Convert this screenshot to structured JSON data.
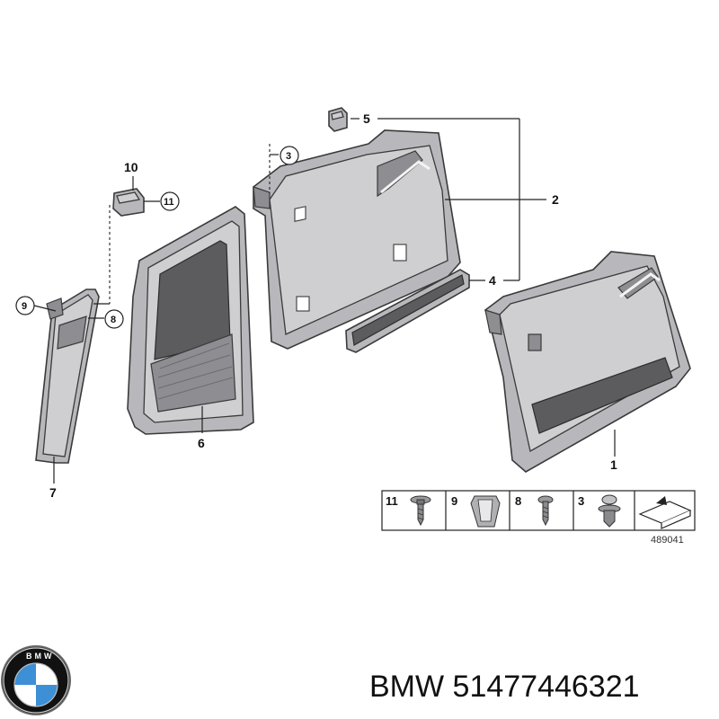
{
  "callouts": {
    "c1": "1",
    "c2": "2",
    "c3": "3",
    "c4": "4",
    "c5": "5",
    "c6": "6",
    "c7": "7",
    "c8": "8",
    "c9": "9",
    "c10": "10",
    "c11": "11"
  },
  "legend": {
    "cells": [
      {
        "num": "11",
        "icon": "screw-washer-icon"
      },
      {
        "num": "9",
        "icon": "clip-nut-icon"
      },
      {
        "num": "8",
        "icon": "screw-icon"
      },
      {
        "num": "3",
        "icon": "push-rivet-icon"
      },
      {
        "num": "",
        "icon": "panel-corner-icon"
      }
    ],
    "diagram_code": "489041"
  },
  "brand": {
    "logo_icon": "bmw-logo-icon",
    "logo_lettering": "BMW",
    "label": "BMW 51477446321"
  },
  "colors": {
    "logo_blue": "#3d8fd6",
    "panel_gray": "#b8b8bc",
    "carpet": "#5c5c5f"
  }
}
